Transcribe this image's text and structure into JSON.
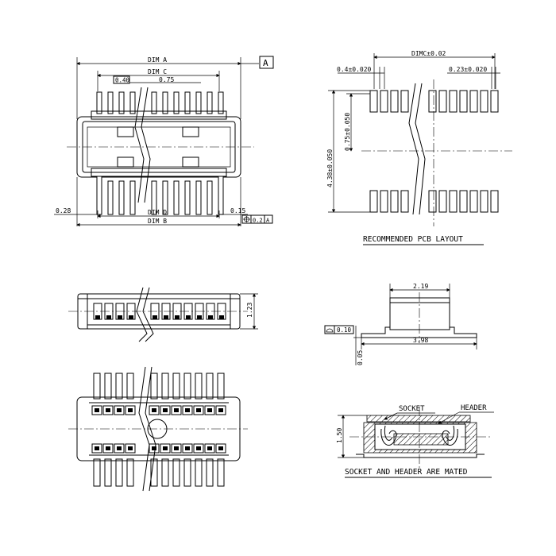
{
  "top_view": {
    "datum_label": "A",
    "dim_a": "DIM A",
    "dim_c": "DIM C",
    "dim_d": "DIM D",
    "dim_b": "DIM B",
    "pitch": "0.75",
    "pin_width": "0.40",
    "left_offset": "0.28",
    "right_offset": "0.15",
    "tolerance_value": "0.2",
    "tolerance_datum": "A"
  },
  "pcb_layout": {
    "dim_c_tol": "DIMC±0.02",
    "pad_width_left": "0.4±0.020",
    "pad_width_right": "0.23±0.020",
    "row_spacing": "0.75±0.050",
    "overall_length": "4.38±0.050",
    "caption": "RECOMMENDED PCB LAYOUT"
  },
  "side_view": {
    "height": "1.23"
  },
  "profile_view": {
    "top_width": "2.19",
    "base_width": "3.98",
    "flatness": "0.10",
    "standoff": "0.05"
  },
  "section_view": {
    "socket_label": "SOCKET",
    "header_label": "HEADER",
    "height": "1.50",
    "caption": "SOCKET AND HEADER ARE MATED"
  }
}
